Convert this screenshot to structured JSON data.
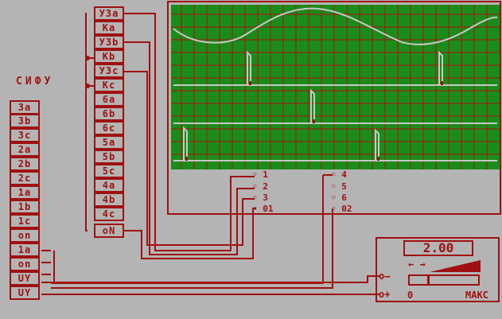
{
  "title": "СИФУ",
  "left_column": [
    "3a",
    "3b",
    "3c",
    "2a",
    "2b",
    "2c",
    "1a",
    "1b",
    "1c",
    "on",
    "1a",
    "on",
    "UY",
    "UY"
  ],
  "right_column": [
    "УЗa",
    "Ka",
    "УЗb",
    "Kb",
    "УЗc",
    "Kc",
    "6a",
    "6b",
    "6c",
    "5a",
    "5b",
    "5c",
    "4a",
    "4b",
    "4c",
    "oN"
  ],
  "scope_terminals_left": [
    "1",
    "2",
    "3",
    "01"
  ],
  "scope_terminals_right": [
    "4",
    "5",
    "6",
    "02"
  ],
  "display_value": "2.00",
  "minus_label": "o–",
  "plus_label": "o+",
  "arrow_label": "← →",
  "slider": {
    "min_label": "0",
    "max_label": "МАКС",
    "level": 0.25
  },
  "colors": {
    "background": "#b4b4b4",
    "wire": "#a01010",
    "scope": "#1a8c1a",
    "trace": "#c8c8c8"
  }
}
